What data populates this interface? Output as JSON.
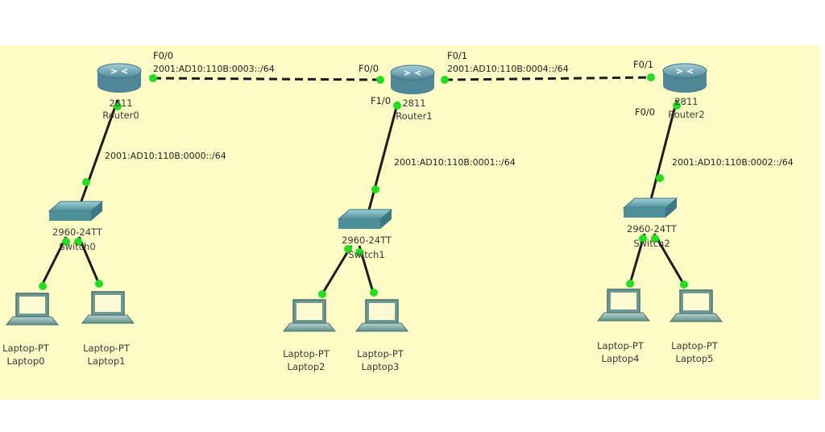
{
  "routers": [
    {
      "id": "r0",
      "model": "2811",
      "name": "Router0"
    },
    {
      "id": "r1",
      "model": "2811",
      "name": "Router1"
    },
    {
      "id": "r2",
      "model": "2811",
      "name": "Router2"
    }
  ],
  "switches": [
    {
      "id": "s0",
      "model": "2960-24TT",
      "name": "Switch0"
    },
    {
      "id": "s1",
      "model": "2960-24TT",
      "name": "Switch1"
    },
    {
      "id": "s2",
      "model": "2960-24TT",
      "name": "Switch2"
    }
  ],
  "laptops": [
    {
      "id": "l0",
      "model": "Laptop-PT",
      "name": "Laptop0"
    },
    {
      "id": "l1",
      "model": "Laptop-PT",
      "name": "Laptop1"
    },
    {
      "id": "l2",
      "model": "Laptop-PT",
      "name": "Laptop2"
    },
    {
      "id": "l3",
      "model": "Laptop-PT",
      "name": "Laptop3"
    },
    {
      "id": "l4",
      "model": "Laptop-PT",
      "name": "Laptop4"
    },
    {
      "id": "l5",
      "model": "Laptop-PT",
      "name": "Laptop5"
    }
  ],
  "ports": {
    "r0_r1_a": "F0/0",
    "r0_r1_b": "F0/0",
    "r1_lan": "F1/0",
    "r1_r2_a": "F0/1",
    "r1_r2_b": "F0/1",
    "r2_lan": "F0/0"
  },
  "networks": {
    "r0_r1": "2001:AD10:110B:0003::/64",
    "r1_r2": "2001:AD10:110B:0004::/64",
    "lan0": "2001:AD10:110B:0000::/64",
    "lan1": "2001:AD10:110B:0001::/64",
    "lan2": "2001:AD10:110B:0002::/64"
  },
  "colors": {
    "background": "#fdfbc6",
    "link": "#1c1c1c",
    "port_dot": "#22dd22",
    "router_body": "#6fa3b3",
    "switch_body": "#6aa6b0",
    "laptop_body": "#7aa7a3"
  }
}
